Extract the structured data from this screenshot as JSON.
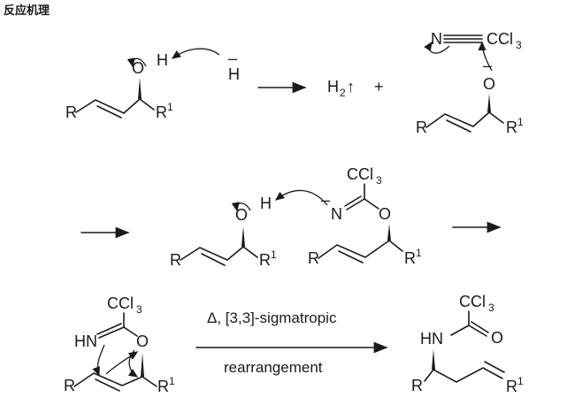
{
  "title": "反应机理",
  "labels": {
    "R": "R",
    "R1": "R",
    "sup1": "1",
    "O": "O",
    "H": "H",
    "minus": "–",
    "H2": "H",
    "sub2": "2",
    "up_arrow": "↑",
    "plus": "+",
    "N": "N",
    "CCl": "CCl",
    "sub3": "3",
    "HN": "HN"
  },
  "conditions": {
    "line1": "Δ, [3,3]-sigmatropic",
    "line2": "rearrangement"
  }
}
